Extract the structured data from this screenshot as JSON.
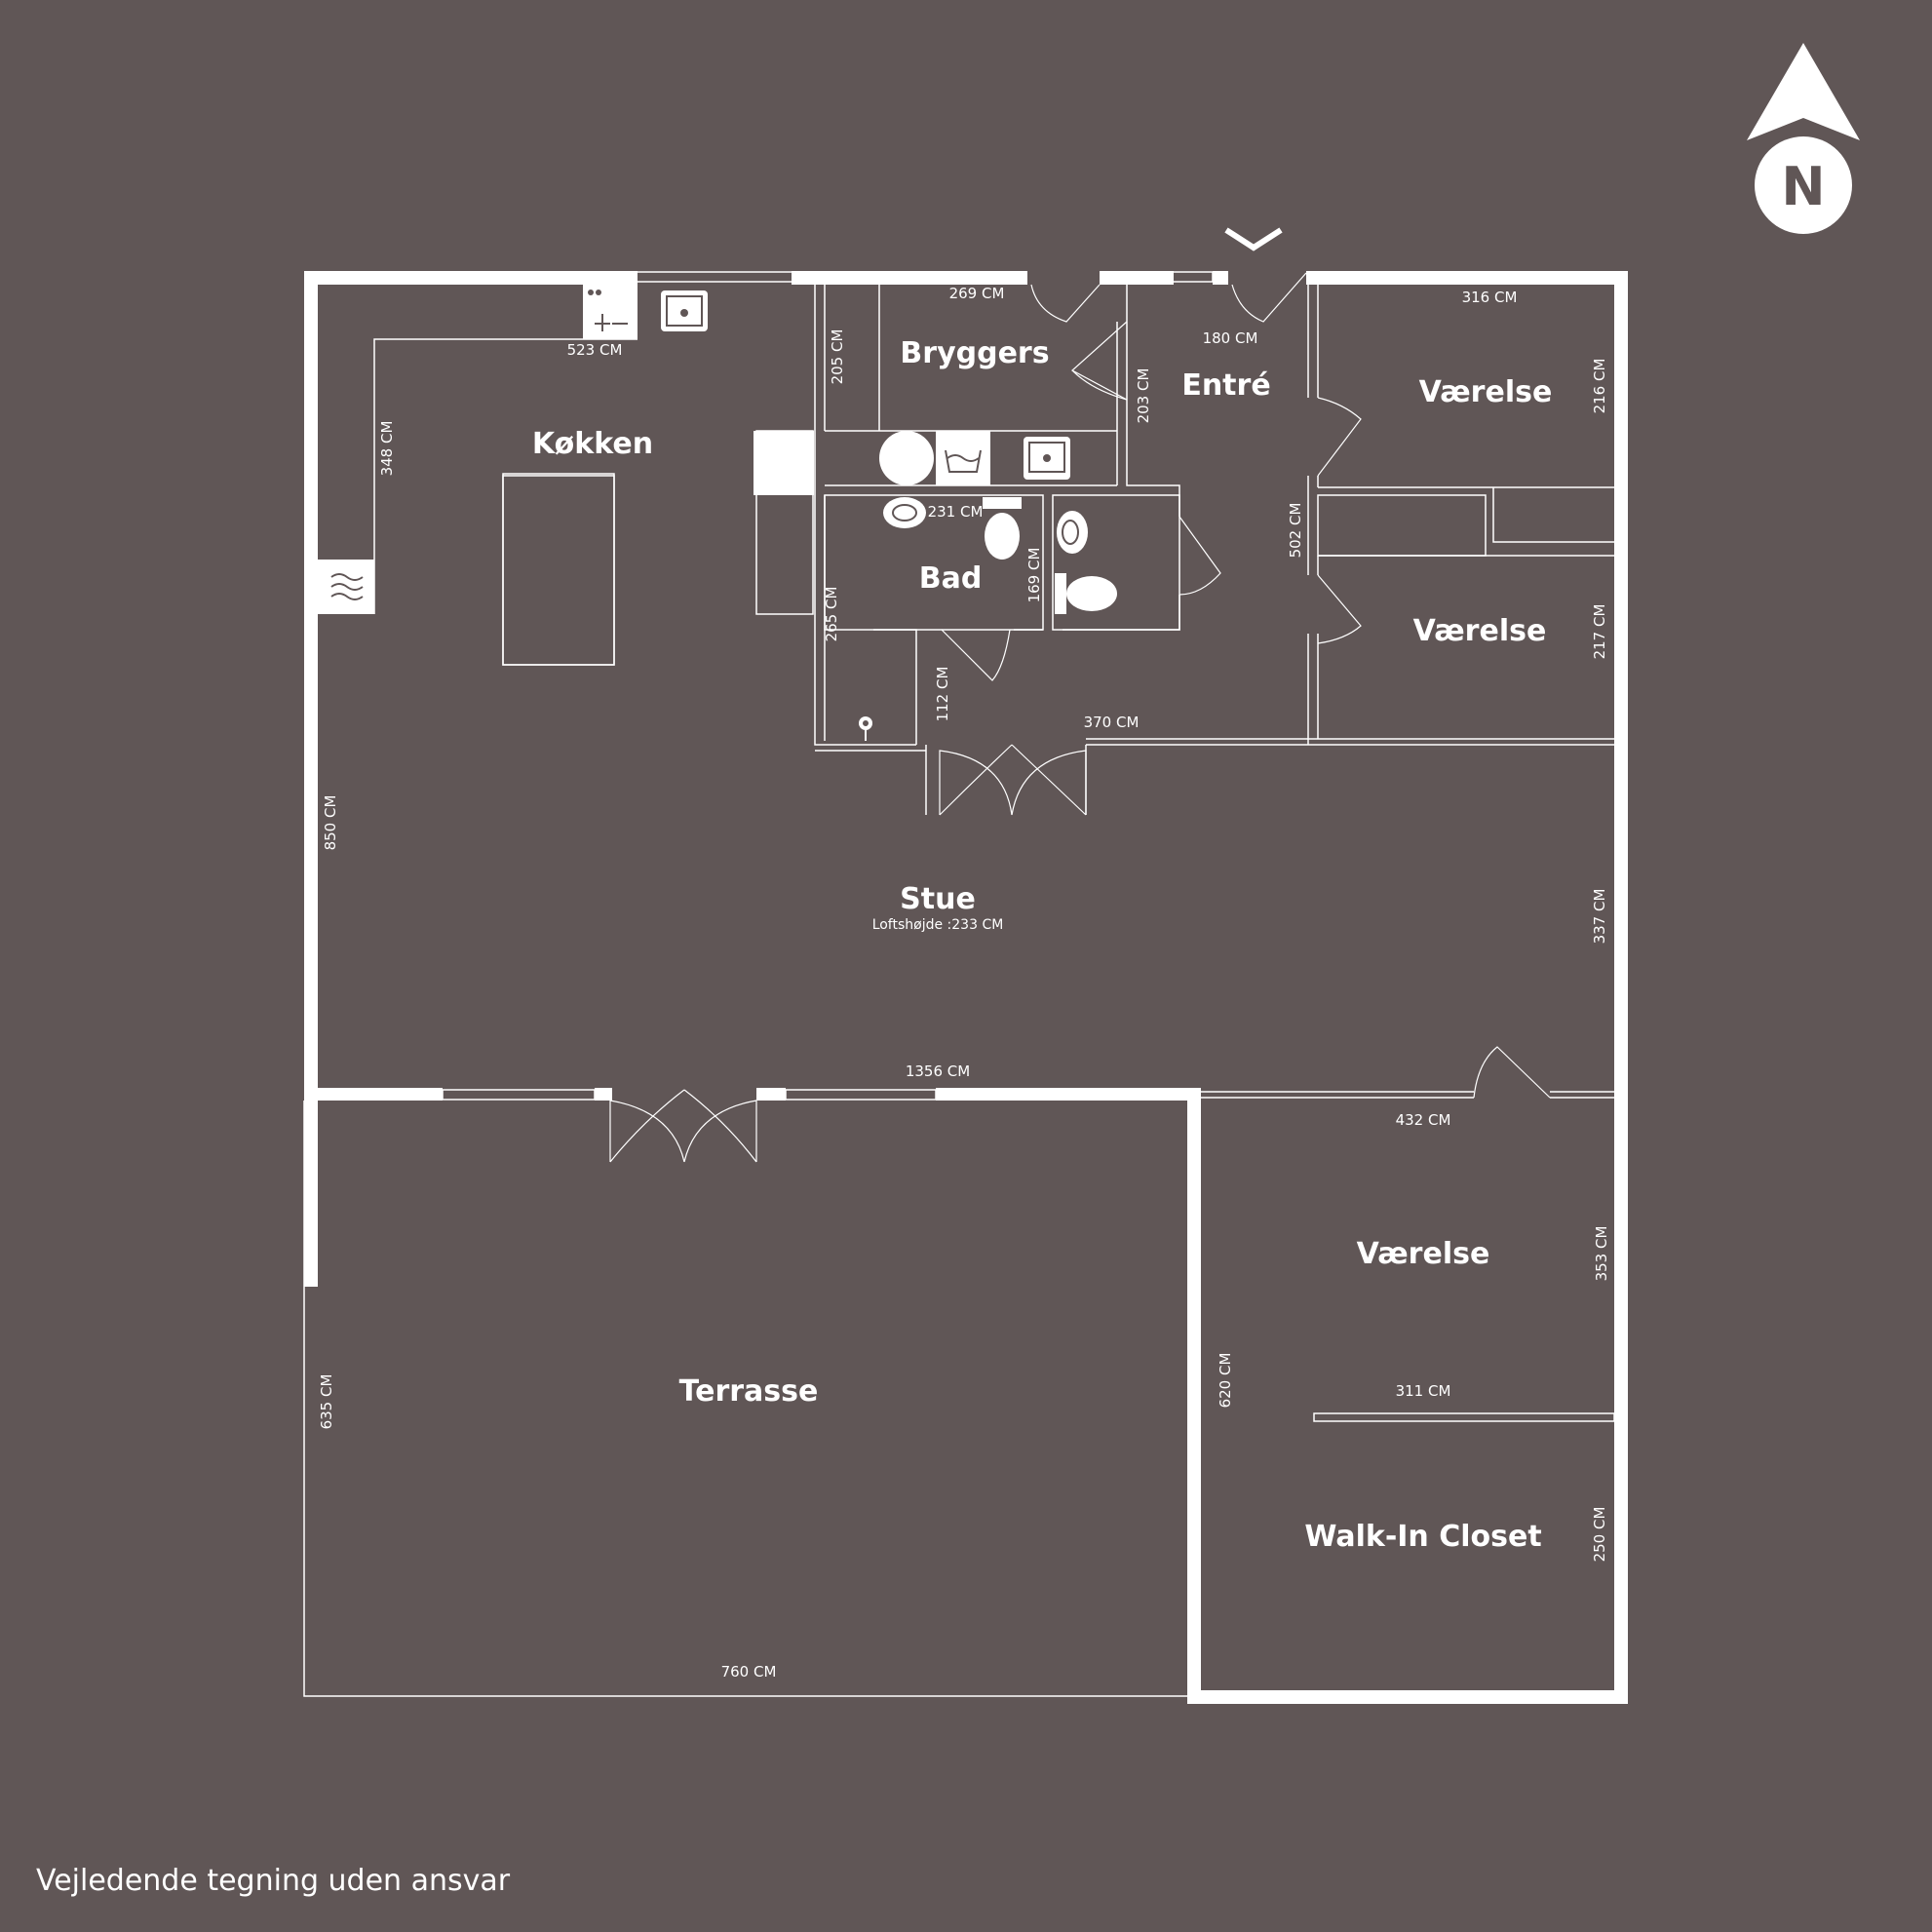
{
  "rooms": {
    "kokken": "Køkken",
    "bryggers": "Bryggers",
    "entre": "Entré",
    "vaerelse_1": "Værelse",
    "vaerelse_2": "Værelse",
    "vaerelse_3": "Værelse",
    "bad": "Bad",
    "stue": "Stue",
    "stue_ceiling": "Loftshøjde :233 CM",
    "terrasse": "Terrasse",
    "walk_in_closet": "Walk-In Closet"
  },
  "dimensions": {
    "d269": "269 CM",
    "d205": "205 CM",
    "d180": "180 CM",
    "d203": "203 CM",
    "d316": "316 CM",
    "d216": "216 CM",
    "d523": "523 CM",
    "d348": "348 CM",
    "d231": "231 CM",
    "d169": "169 CM",
    "d265": "265 CM",
    "d502": "502 CM",
    "d217": "217 CM",
    "d112": "112 CM",
    "d370": "370 CM",
    "d850": "850 CM",
    "d337": "337 CM",
    "d1356": "1356 CM",
    "d432": "432 CM",
    "d353": "353 CM",
    "d620": "620 CM",
    "d311": "311 CM",
    "d250": "250 CM",
    "d635": "635 CM",
    "d760": "760 CM"
  },
  "compass": {
    "label": "N"
  },
  "disclaimer": "Vejledende tegning uden ansvar"
}
